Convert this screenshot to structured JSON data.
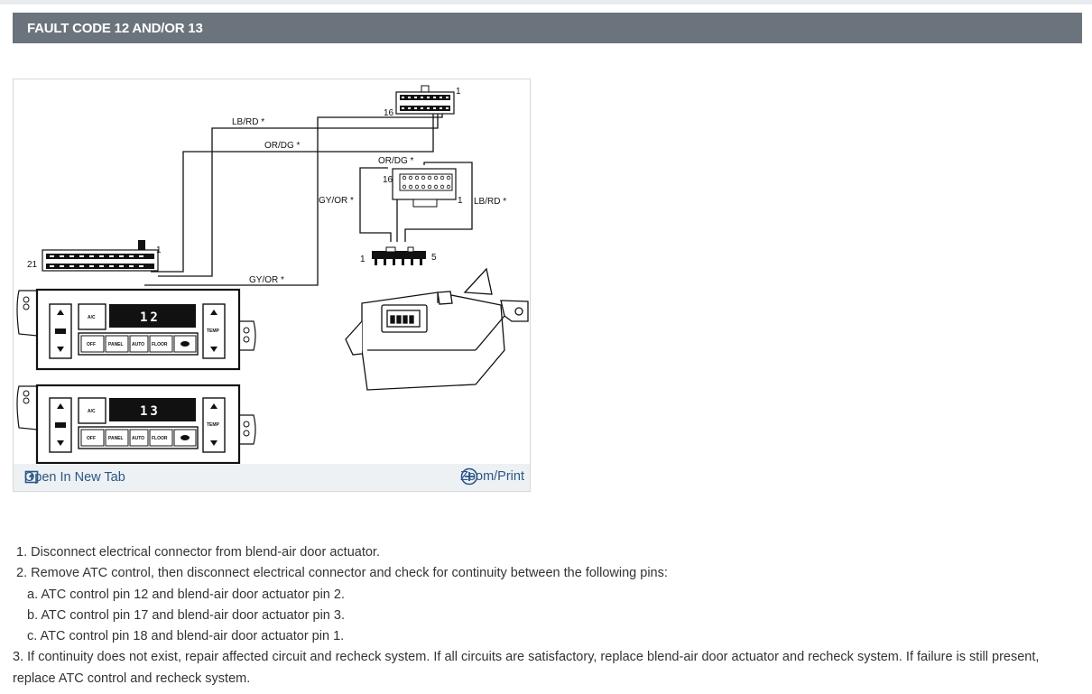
{
  "header": {
    "title": "FAULT CODE 12 AND/OR 13"
  },
  "figure": {
    "wire_labels": {
      "lb_rd_top": "LB/RD *",
      "or_dg_top": "OR/DG *",
      "or_dg_conn": "OR/DG *",
      "gy_or_side": "GY/OR *",
      "lb_rd_side": "LB/RD *",
      "gy_or_bottom": "GY/OR *"
    },
    "pin_labels": {
      "top_conn_pin1": "1",
      "top_conn_pin16": "16",
      "mid_conn_pin16": "16",
      "mid_conn_pin1": "1",
      "left_conn_pin21": "21",
      "left_conn_pin1": "1",
      "act_conn_pin1": "1",
      "act_conn_pin5": "5"
    },
    "panels": [
      {
        "code": "12",
        "ac": "A/C",
        "buttons": [
          "OFF",
          "PANEL",
          "AUTO",
          "FLOOR"
        ],
        "temp": "TEMP"
      },
      {
        "code": "13",
        "ac": "A/C",
        "buttons": [
          "OFF",
          "PANEL",
          "AUTO",
          "FLOOR"
        ],
        "temp": "TEMP"
      }
    ],
    "open_label": "Open In New Tab",
    "zoom_label": "Zoom/Print"
  },
  "steps": {
    "s1": "1. Disconnect electrical connector from blend-air door actuator.",
    "s2": "2. Remove ATC control, then disconnect electrical connector and check for continuity between the following pins:",
    "s2a": "a.  ATC control pin 12 and blend-air door actuator pin 2.",
    "s2b": "b.  ATC control pin 17 and blend-air door actuator pin 3.",
    "s2c": "c.  ATC control pin 18 and blend-air door actuator pin 1.",
    "s3": "3.  If continuity does not exist, repair affected circuit and recheck system. If all circuits are satisfactory, replace blend-air door actuator and recheck system. If failure is still present, replace ATC control and recheck system."
  },
  "colors": {
    "header_bg": "#6b747d",
    "link": "#2a5785",
    "bar_bg": "#eef1f4"
  }
}
